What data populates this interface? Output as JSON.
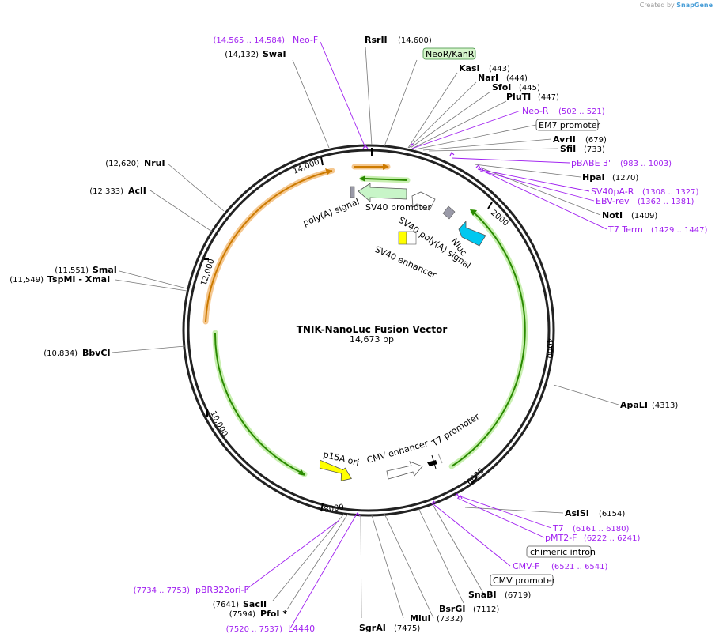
{
  "credit": {
    "prefix": "Created by",
    "brand": "SnapGene"
  },
  "title": "TNIK-NanoLuc Fusion Vector",
  "length": "14,673 bp",
  "ticks": [
    {
      "bp": 2000,
      "label": "2000"
    },
    {
      "bp": 4000,
      "label": "4000"
    },
    {
      "bp": 6000,
      "label": "6000"
    },
    {
      "bp": 8000,
      "label": "8000"
    },
    {
      "bp": 10000,
      "label": "10,000"
    },
    {
      "bp": 12000,
      "label": "12,000"
    },
    {
      "bp": 14000,
      "label": "14,000"
    }
  ],
  "sites": [
    {
      "name": "RsrII",
      "pos": "(14,600)",
      "bp": 14600,
      "kind": "enzyme"
    },
    {
      "name": "Neo-F",
      "pos": "(14,565 .. 14,584)",
      "bp": 14575,
      "kind": "primer"
    },
    {
      "name": "SwaI",
      "pos": "(14,132)",
      "bp": 14132,
      "kind": "enzyme"
    },
    {
      "name": "NeoR/KanR",
      "pos": "",
      "bp": 340,
      "kind": "featbox-green"
    },
    {
      "name": "KasI",
      "pos": "(443)",
      "bp": 443,
      "kind": "enzyme"
    },
    {
      "name": "NarI",
      "pos": "(444)",
      "bp": 444,
      "kind": "enzyme"
    },
    {
      "name": "SfoI",
      "pos": "(445)",
      "bp": 445,
      "kind": "enzyme"
    },
    {
      "name": "PluTI",
      "pos": "(447)",
      "bp": 447,
      "kind": "enzyme"
    },
    {
      "name": "Neo-R",
      "pos": "(502 .. 521)",
      "bp": 511,
      "kind": "primer"
    },
    {
      "name": "EM7 promoter",
      "pos": "",
      "bp": 560,
      "kind": "featbox"
    },
    {
      "name": "AvrII",
      "pos": "(679)",
      "bp": 679,
      "kind": "enzyme"
    },
    {
      "name": "SfiI",
      "pos": "(733)",
      "bp": 733,
      "kind": "enzyme"
    },
    {
      "name": "pBABE 3'",
      "pos": "(983 .. 1003)",
      "bp": 993,
      "kind": "primer"
    },
    {
      "name": "HpaI",
      "pos": "(1270)",
      "bp": 1270,
      "kind": "enzyme"
    },
    {
      "name": "SV40pA-R",
      "pos": "(1308 .. 1327)",
      "bp": 1317,
      "kind": "primer"
    },
    {
      "name": "EBV-rev",
      "pos": "(1362 .. 1381)",
      "bp": 1371,
      "kind": "primer"
    },
    {
      "name": "NotI",
      "pos": "(1409)",
      "bp": 1409,
      "kind": "enzyme"
    },
    {
      "name": "T7 Term",
      "pos": "(1429 .. 1447)",
      "bp": 1438,
      "kind": "primer"
    },
    {
      "name": "ApaLI",
      "pos": "(4313)",
      "bp": 4313,
      "kind": "enzyme"
    },
    {
      "name": "AsiSI",
      "pos": "(6154)",
      "bp": 6154,
      "kind": "enzyme"
    },
    {
      "name": "T7",
      "pos": "(6161 .. 6180)",
      "bp": 6170,
      "kind": "primer"
    },
    {
      "name": "pMT2-F",
      "pos": "(6222 .. 6241)",
      "bp": 6231,
      "kind": "primer"
    },
    {
      "name": "chimeric intron",
      "pos": "",
      "bp": 6300,
      "kind": "featbox"
    },
    {
      "name": "CMV-F",
      "pos": "(6521 .. 6541)",
      "bp": 6531,
      "kind": "primer"
    },
    {
      "name": "CMV promoter",
      "pos": "",
      "bp": 6600,
      "kind": "featbox"
    },
    {
      "name": "SnaBI",
      "pos": "(6719)",
      "bp": 6719,
      "kind": "enzyme"
    },
    {
      "name": "BsrGI",
      "pos": "(7112)",
      "bp": 7112,
      "kind": "enzyme"
    },
    {
      "name": "MluI",
      "pos": "(7332)",
      "bp": 7332,
      "kind": "enzyme"
    },
    {
      "name": "SgrAI",
      "pos": "(7475)",
      "bp": 7475,
      "kind": "enzyme"
    },
    {
      "name": "L4440",
      "pos": "(7520 .. 7537)",
      "bp": 7528,
      "kind": "primer"
    },
    {
      "name": "PfoI *",
      "pos": "(7594)",
      "bp": 7594,
      "kind": "enzyme"
    },
    {
      "name": "SacII",
      "pos": "(7641)",
      "bp": 7641,
      "kind": "enzyme"
    },
    {
      "name": "pBR322ori-F",
      "pos": "(7734 .. 7753)",
      "bp": 7743,
      "kind": "primer"
    },
    {
      "name": "BbvCI",
      "pos": "(10,834)",
      "bp": 10834,
      "kind": "enzyme"
    },
    {
      "name": "TspMI - XmaI",
      "pos": "(11,549)",
      "bp": 11549,
      "kind": "enzyme"
    },
    {
      "name": "SmaI",
      "pos": "(11,551)",
      "bp": 11551,
      "kind": "enzyme"
    },
    {
      "name": "AclI",
      "pos": "(12,333)",
      "bp": 12333,
      "kind": "enzyme"
    },
    {
      "name": "NruI",
      "pos": "(12,620)",
      "bp": 12620,
      "kind": "enzyme"
    }
  ],
  "features": [
    {
      "name": "poly(A) signal"
    },
    {
      "name": "SV40 promoter"
    },
    {
      "name": "SV40 poly(A) signal"
    },
    {
      "name": "Nluc"
    },
    {
      "name": "SV40 enhancer"
    },
    {
      "name": "p15A ori"
    },
    {
      "name": "CMV enhancer"
    },
    {
      "name": "T7 promoter"
    }
  ],
  "colors": {
    "purple": "#a020f0",
    "green": "#33aa00",
    "orange": "#cc7a00",
    "cyan": "#00c8f0",
    "yellow": "#ffff00"
  }
}
